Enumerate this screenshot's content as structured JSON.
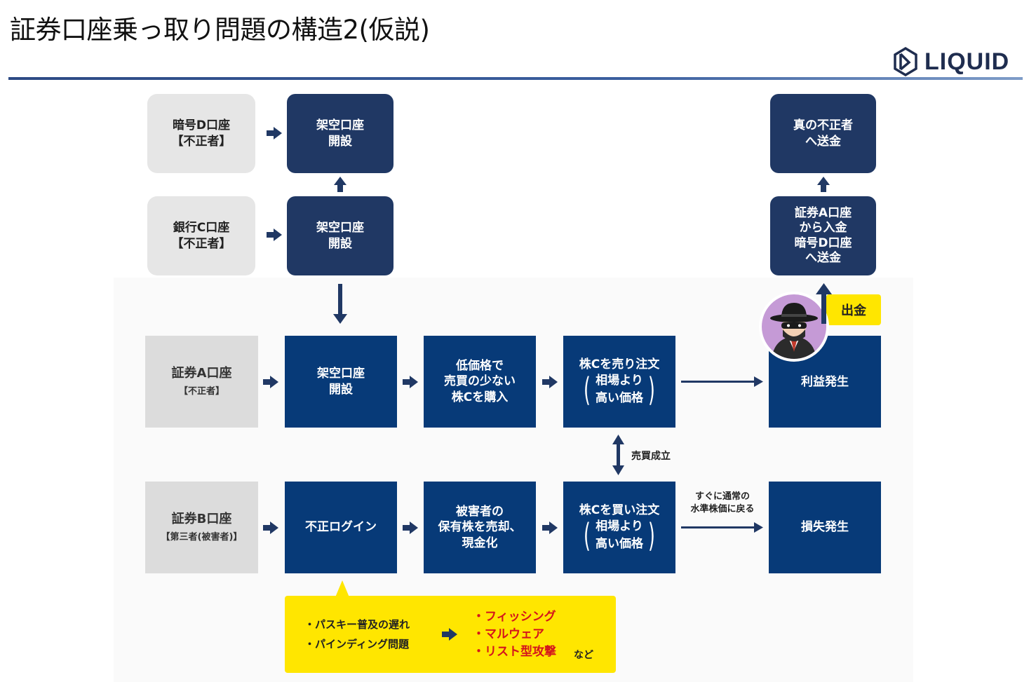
{
  "title": "証券口座乗っ取り問題の構造2(仮説)",
  "logo": {
    "text": "LIQUID",
    "icon": "liquid-logo-icon"
  },
  "colors": {
    "navy": "#203864",
    "blue": "#073a78",
    "gray": "#e6e6e6",
    "highlight": "#ffe600",
    "red": "#d4141c"
  },
  "accounts": {
    "d": {
      "name": "暗号D口座",
      "tag": "【不正者】"
    },
    "c": {
      "name": "銀行C口座",
      "tag": "【不正者】"
    },
    "a": {
      "name": "証券A口座",
      "tag": "【不正者】"
    },
    "b": {
      "name": "証券B口座",
      "tag": "【第三者(被害者)】"
    }
  },
  "steps": {
    "open_d": [
      "架空口座",
      "開設"
    ],
    "open_c": [
      "架空口座",
      "開設"
    ],
    "open_a": [
      "架空口座",
      "開設"
    ],
    "buy_c": [
      "低価格で",
      "売買の少ない",
      "株Cを購入"
    ],
    "sell_order": {
      "title": "株Cを売り注文",
      "detail": [
        "相場より",
        "高い価格"
      ]
    },
    "profit": "利益発生",
    "illegal_login": "不正ログイン",
    "liquidate": [
      "被害者の",
      "保有株を売却、",
      "現金化"
    ],
    "buy_order": {
      "title": "株Cを買い注文",
      "detail": [
        "相場より",
        "高い価格"
      ]
    },
    "loss": "損失発生",
    "transfer": [
      "証券A口座",
      "から入金",
      "暗号D口座",
      "へ送金"
    ],
    "send_true": [
      "真の不正者",
      "へ送金"
    ]
  },
  "labels": {
    "deal": "売買成立",
    "return_price": [
      "すぐに通常の",
      "水準株価に戻る"
    ],
    "withdraw": "出金"
  },
  "causes": {
    "left": [
      "・パスキー普及の遅れ",
      "・パインディング問題"
    ],
    "right": [
      "・フィッシング",
      "・マルウェア",
      "・リスト型攻撃"
    ],
    "etc": "など"
  },
  "avatar_icon": "hacker-icon"
}
